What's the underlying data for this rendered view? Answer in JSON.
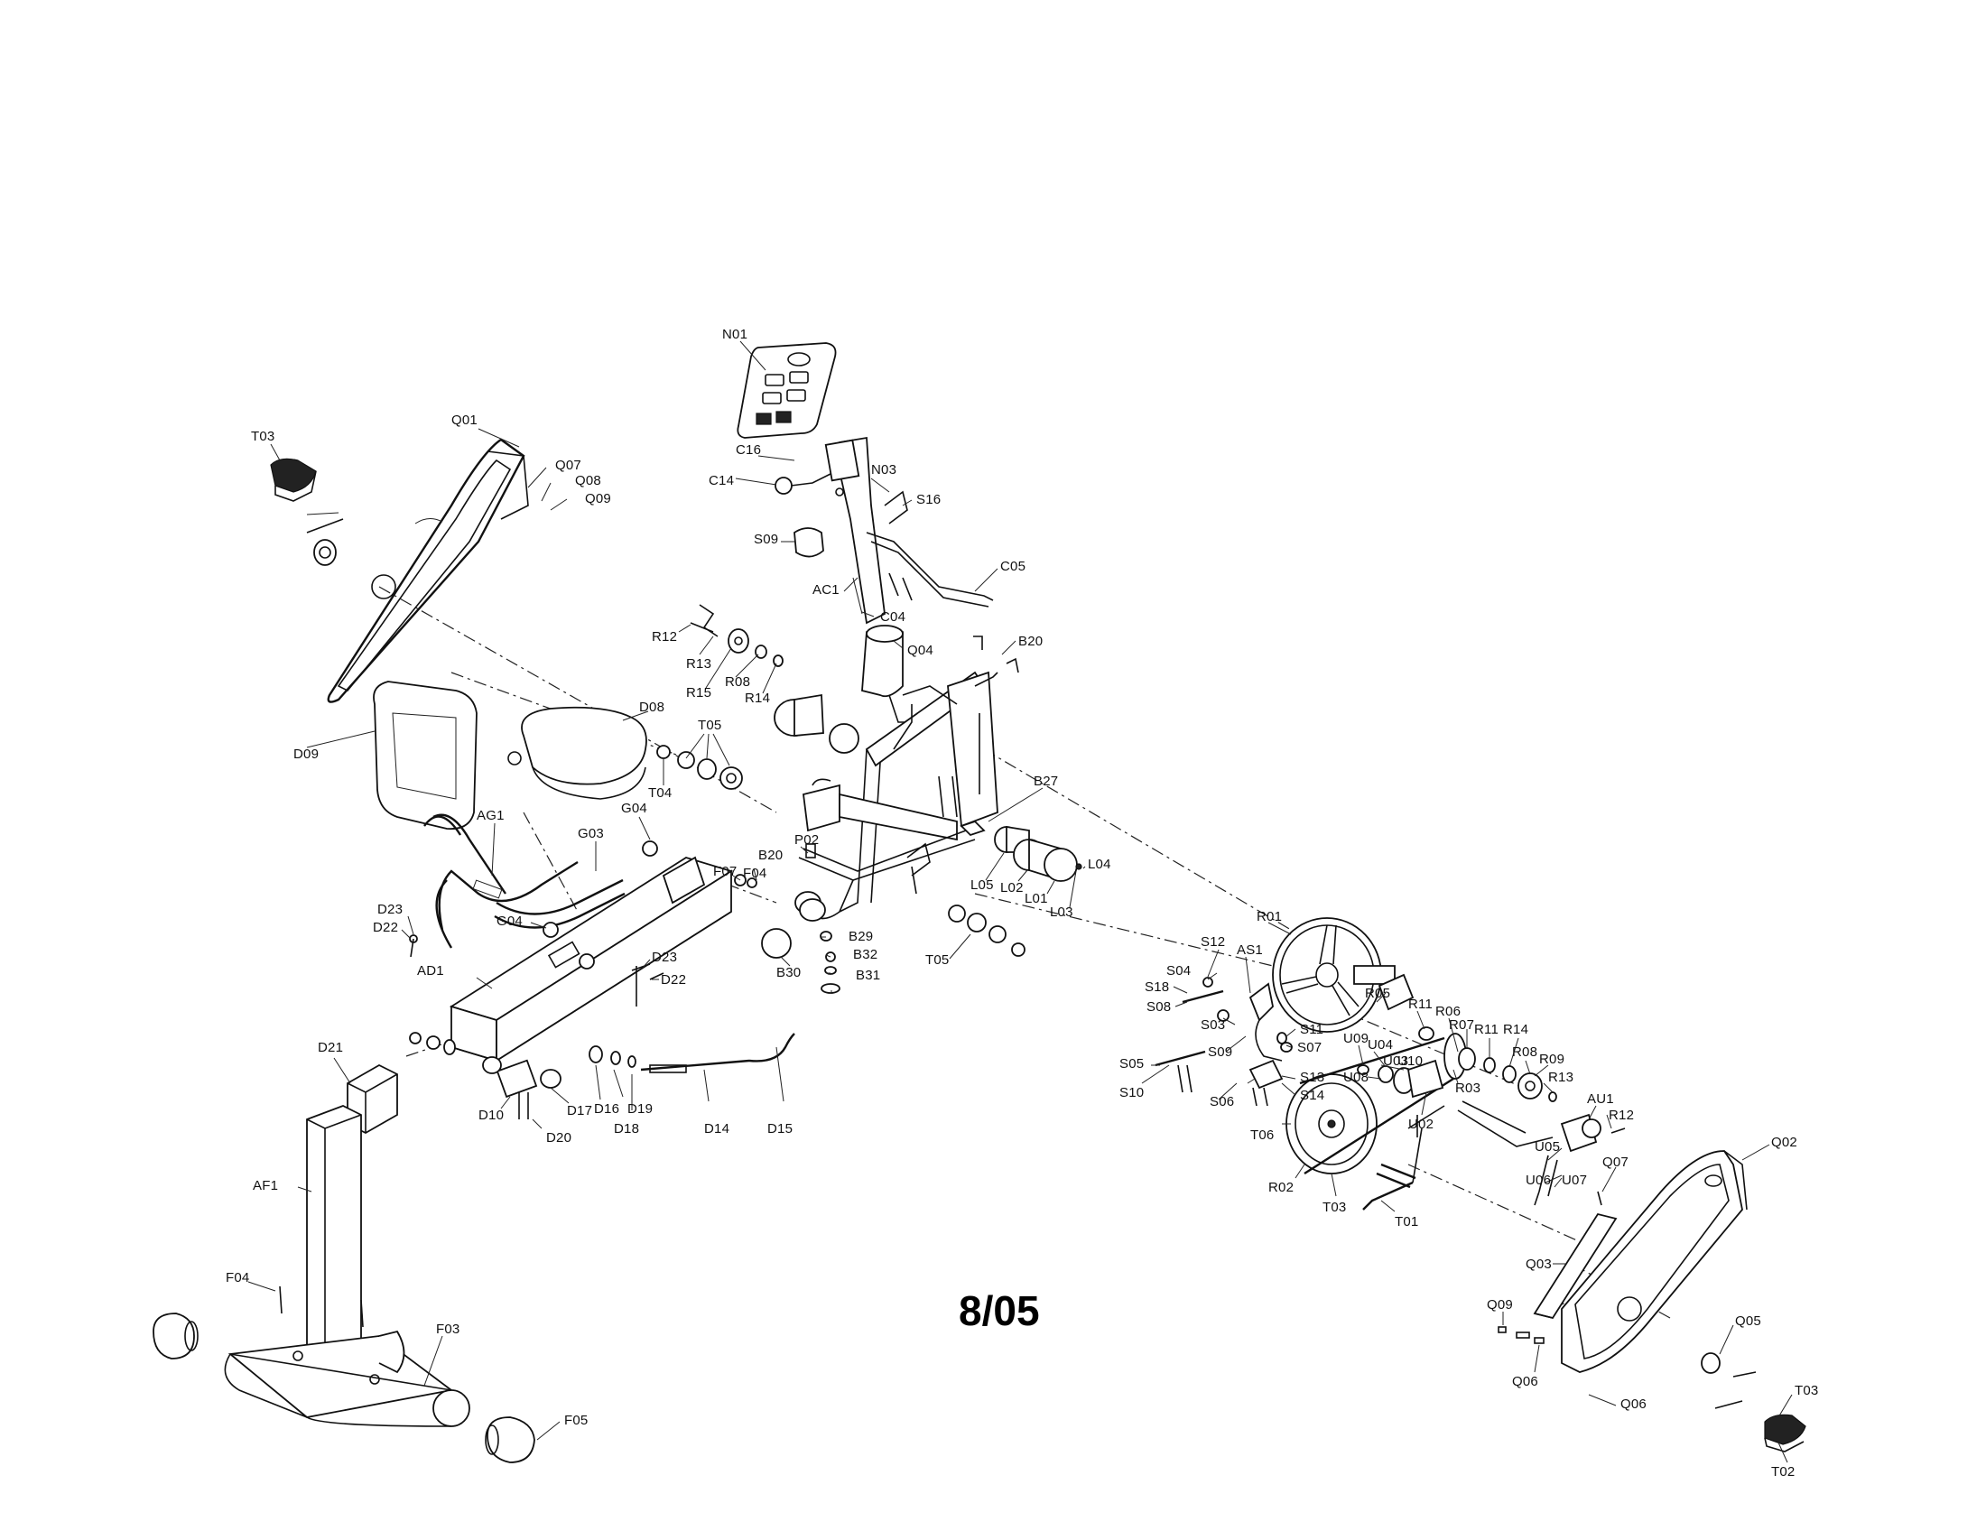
{
  "diagram": {
    "date_code": "8/05",
    "part_labels": [
      "N01",
      "C16",
      "C14",
      "N03",
      "S16",
      "S09",
      "AC1",
      "C05",
      "C04",
      "Q04",
      "B20",
      "R12",
      "R13",
      "R15",
      "R08",
      "R14",
      "T05",
      "T04",
      "Q01",
      "Q07",
      "Q08",
      "Q09",
      "T03",
      "D09",
      "D08",
      "AG1",
      "G03",
      "G04",
      "D23",
      "D22",
      "AD1",
      "F07",
      "F04",
      "P02",
      "B29",
      "B32",
      "B31",
      "B30",
      "B27",
      "L05",
      "L02",
      "L01",
      "L03",
      "L04",
      "D16",
      "D19",
      "D18",
      "D14",
      "D15",
      "D17",
      "D10",
      "D20",
      "D21",
      "AF1",
      "F03",
      "F05",
      "R01",
      "AS1",
      "S12",
      "S04",
      "S18",
      "S08",
      "S03",
      "S11",
      "S07",
      "S05",
      "S10",
      "S06",
      "S13",
      "S14",
      "R05",
      "R11",
      "R06",
      "R07",
      "R09",
      "U09",
      "U04",
      "U03",
      "U10",
      "U08",
      "U02",
      "R03",
      "AU1",
      "U05",
      "U06",
      "U07",
      "T06",
      "R02",
      "T01",
      "Q02",
      "Q03",
      "Q05",
      "Q06",
      "T02"
    ]
  }
}
